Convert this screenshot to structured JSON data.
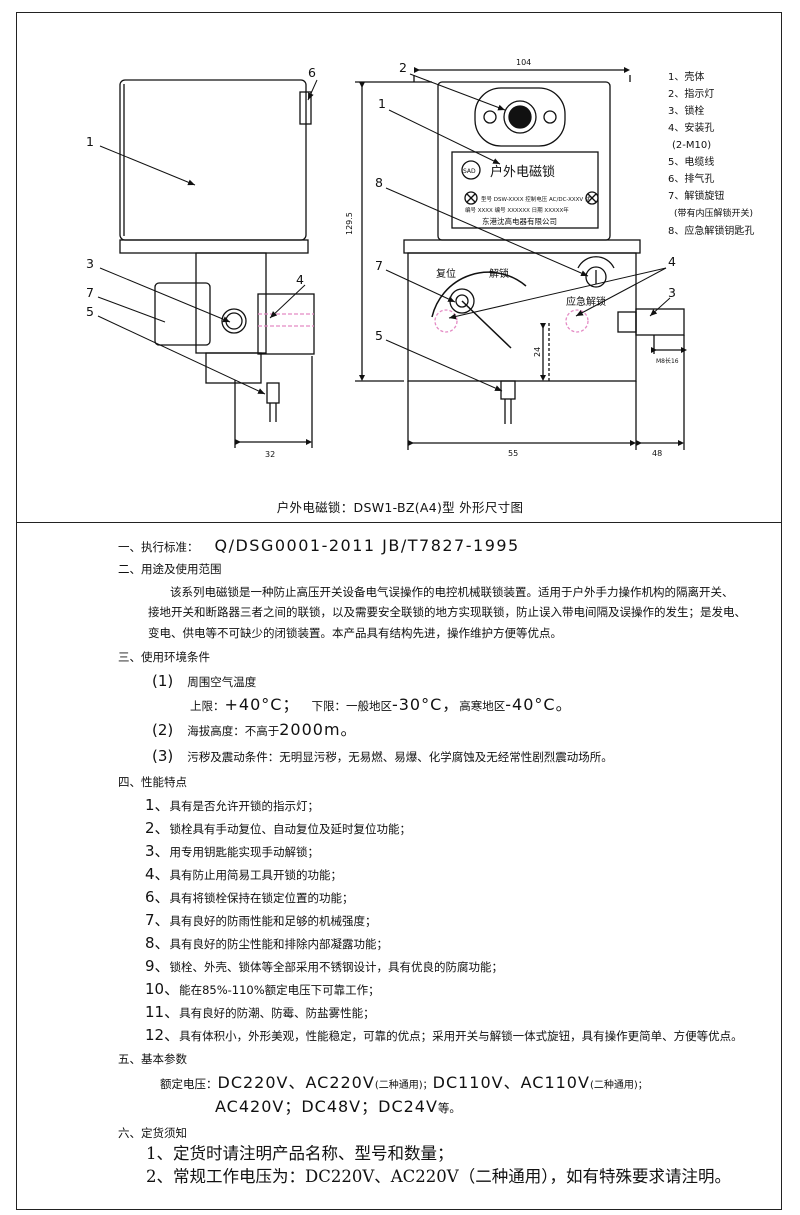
{
  "drawing": {
    "callouts": [
      "1",
      "2",
      "3",
      "4",
      "5",
      "6",
      "7",
      "8"
    ],
    "dimensions": {
      "width_top": "104",
      "height": "129.5",
      "left_bottom": "32",
      "front_bottom": "55",
      "right_bottom": "48",
      "vertical_mid": "24",
      "pin_dim": "M8长16"
    },
    "nameplate": {
      "logo": "SAD",
      "title": "户外电磁锁",
      "model_line": "型号 DSW-XXXX  控制电压  AC/DC-XXXV  伏",
      "serial_line": "编号 XXXX 编号 XXXXXX  日期 XXXXX年",
      "maker": "东港沈高电器有限公司"
    },
    "dial": {
      "left": "复位",
      "right": "解锁",
      "emergency": "应急解锁"
    },
    "legend": [
      "1、壳体",
      "2、指示灯",
      "3、锁栓",
      "4、安装孔",
      "(2-M10)",
      "5、电缆线",
      "6、排气孔",
      "7、解锁旋钮",
      "(带有内压解锁开关)",
      "8、应急解锁钥匙孔"
    ]
  },
  "caption": "户外电磁锁：DSW1-BZ(A4)型 外形尺寸图",
  "spec": {
    "s1_title": "一、执行标准：",
    "s1_codes": "Q/DSG0001-2011    JB/T7827-1995",
    "s2_title": "二、用途及使用范围",
    "s2_p1": "该系列电磁锁是一种防止高压开关设备电气误操作的电控机械联锁装置。适用于户外手力操作机构的隔离开关、",
    "s2_p2": "接地开关和断路器三者之间的联锁，以及需要安全联锁的地方实现联锁，防止误入带电间隔及误操作的发生；是发电、",
    "s2_p3": "变电、供电等不可缺少的闭锁装置。本产品具有结构先进，操作维护方便等优点。",
    "s3_title": "三、使用环境条件",
    "env1_num": "(1)",
    "env1_text": "周围空气温度",
    "env1_upper_label": "上限：",
    "env1_upper_value": "+40°C；",
    "env1_lower_label": "下限：一般地区",
    "env1_lower_value": "-30°C，",
    "env1_cold_label": "高寒地区",
    "env1_cold_value": "-40°C。",
    "env2_num": "(2)",
    "env2_label": "海拔高度：不高于",
    "env2_value": "2000m。",
    "env3_num": "(3)",
    "env3_text": "污秽及震动条件：无明显污秽，无易燃、易爆、化学腐蚀及无经常性剧烈震动场所。",
    "s4_title": "四、性能特点",
    "features": [
      {
        "n": "1、",
        "t": "具有是否允许开锁的指示灯；"
      },
      {
        "n": "2、",
        "t": "锁栓具有手动复位、自动复位及延时复位功能；"
      },
      {
        "n": "3、",
        "t": "用专用钥匙能实现手动解锁；"
      },
      {
        "n": "4、",
        "t": "具有防止用简易工具开锁的功能；"
      },
      {
        "n": "6、",
        "t": "具有将锁栓保持在锁定位置的功能；"
      },
      {
        "n": "7、",
        "t": "具有良好的防雨性能和足够的机械强度；"
      },
      {
        "n": "8、",
        "t": "具有良好的防尘性能和排除内部凝露功能；"
      },
      {
        "n": "9、",
        "t": "锁栓、外壳、锁体等全部采用不锈钢设计，具有优良的防腐功能；"
      },
      {
        "n": "10、",
        "t": "能在85%-110%额定电压下可靠工作；"
      },
      {
        "n": "11、",
        "t": "具有良好的防潮、防霉、防盐雾性能；"
      },
      {
        "n": "12、",
        "t": "具有体积小，外形美观，性能稳定，可靠的优点；采用开关与解锁一体式旋钮，具有操作更简单、方便等优点。"
      }
    ],
    "s5_title": "五、基本参数",
    "volt_label": "额定电压：",
    "volt_a": "DC220V、AC220V",
    "volt_a_note": "(二种通用)；",
    "volt_b": "DC110V、AC110V",
    "volt_b_note": "(二种通用)；",
    "volt_c": "AC420V；DC48V；DC24V",
    "volt_c_end": "等。",
    "s6_title": "六、定货须知",
    "order1": "1、定货时请注明产品名称、型号和数量；",
    "order2": "2、常规工作电压为：DC220V、AC220V（二种通用），如有特殊要求请注明。"
  }
}
